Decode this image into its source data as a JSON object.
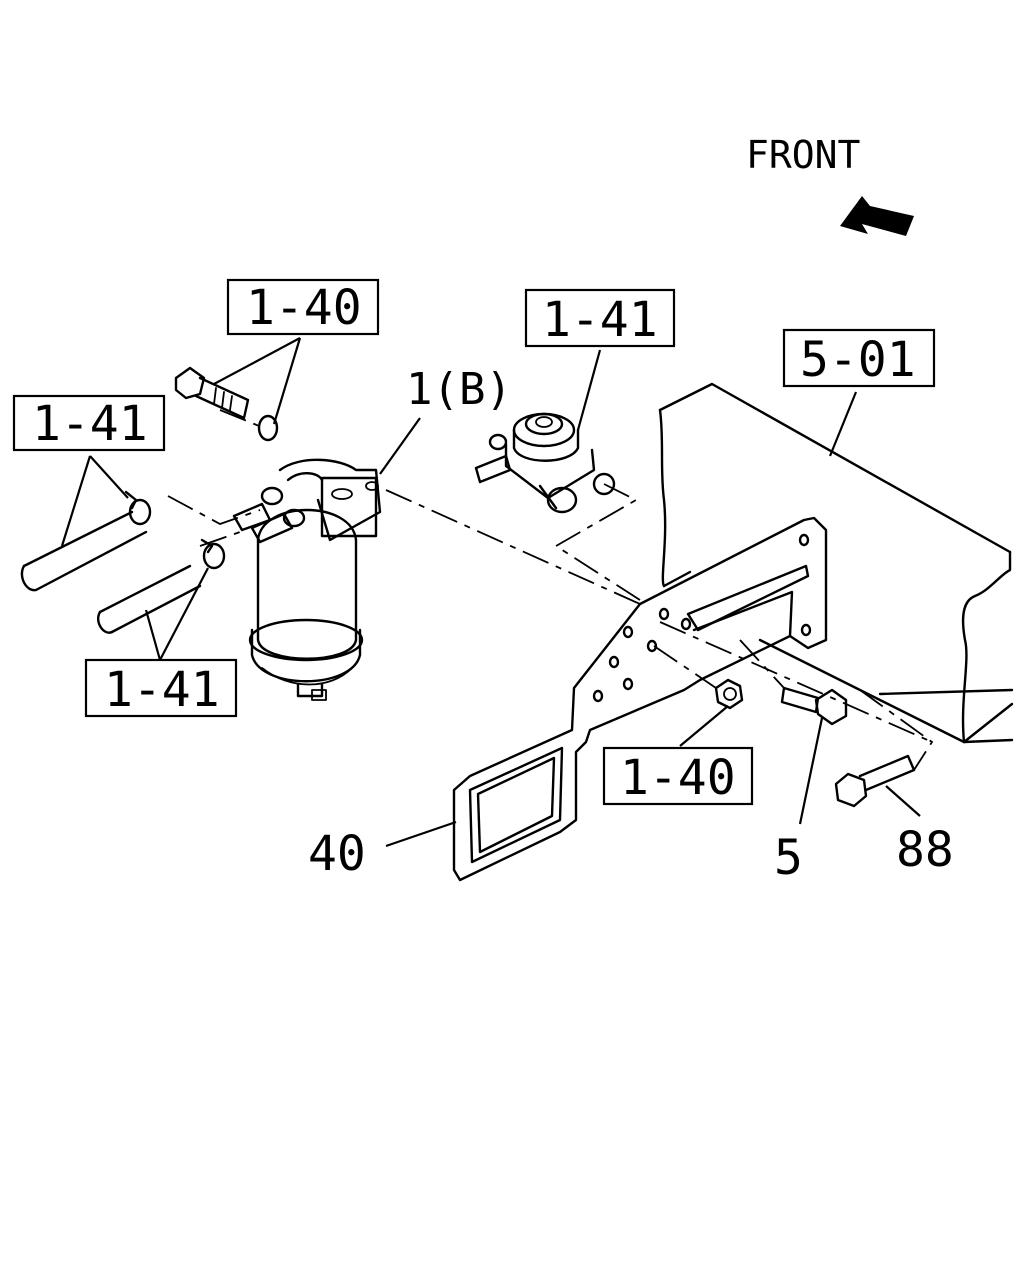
{
  "direction": {
    "label": "FRONT",
    "icon": "arrow-front-icon"
  },
  "callouts": {
    "c_1_40_top": "1-40",
    "c_1_41_left": "1-41",
    "c_1_41_top": "1-41",
    "c_5_01": "5-01",
    "c_1_41_bottom": "1-41",
    "c_1_40_bottom": "1-40"
  },
  "part_numbers": {
    "p_1b": "1(B)",
    "p_40": "40",
    "p_5": "5",
    "p_88": "88"
  },
  "colors": {
    "line": "#000000",
    "background": "#ffffff"
  }
}
